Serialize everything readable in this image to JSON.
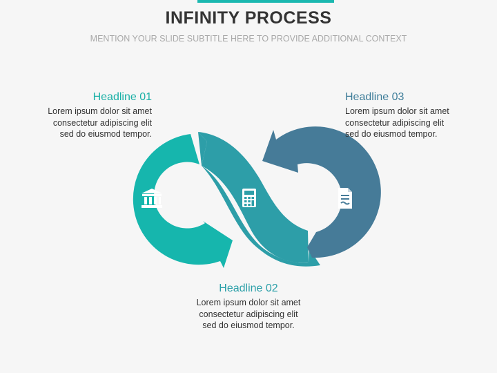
{
  "header": {
    "title": "INFINITY PROCESS",
    "subtitle": "MENTION YOUR SLIDE SUBTITLE HERE TO PROVIDE ADDITIONAL CONTEXT"
  },
  "steps": [
    {
      "headline": "Headline 01",
      "lines": [
        "Lorem ipsum dolor sit amet",
        "consectetur adipiscing elit",
        "sed do eiusmod tempor."
      ],
      "color": "#16b6ad",
      "icon": "bank-icon"
    },
    {
      "headline": "Headline 02",
      "lines": [
        "Lorem ipsum dolor sit amet",
        "consectetur adipiscing elit",
        "sed do eiusmod tempor."
      ],
      "color": "#2d9ea8",
      "icon": "calculator-icon"
    },
    {
      "headline": "Headline 03",
      "lines": [
        "Lorem ipsum dolor sit amet",
        "consectetur adipiscing elit",
        "sed do eiusmod tempor."
      ],
      "color": "#467b98",
      "icon": "document-icon"
    }
  ]
}
